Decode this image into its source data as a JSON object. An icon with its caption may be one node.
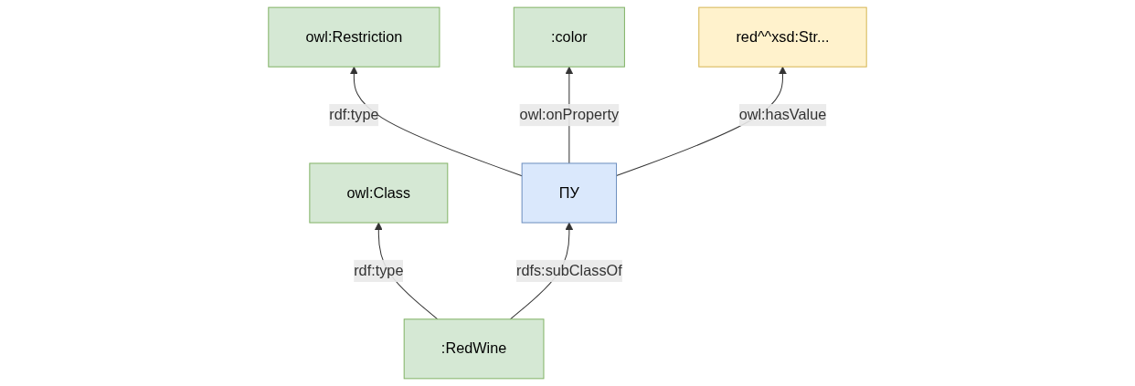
{
  "diagram": {
    "nodes": [
      {
        "text": [
          "owl:Class"
        ]
      },
      {
        "text": [
          "owl:Restriction"
        ]
      },
      {
        "text": [
          ":color"
        ]
      },
      {
        "text": [
          ":RedWine"
        ]
      },
      {
        "text": [
          "ПУ"
        ]
      },
      {
        "text": [
          "red^^xsd:Str..."
        ]
      }
    ],
    "edges": [
      {
        "from": 3,
        "to": 0,
        "arrow": "to",
        "label": "rdf:type"
      },
      {
        "from": 4,
        "to": 1,
        "arrow": "to",
        "label": "rdf:type"
      },
      {
        "from": 4,
        "to": 2,
        "arrow": "to",
        "label": "owl:onProperty"
      },
      {
        "from": 3,
        "to": 4,
        "arrow": "to",
        "label": "rdfs:subClassOf"
      },
      {
        "from": 4,
        "to": 5,
        "arrow": "to",
        "label": "owl:hasValue"
      }
    ]
  }
}
